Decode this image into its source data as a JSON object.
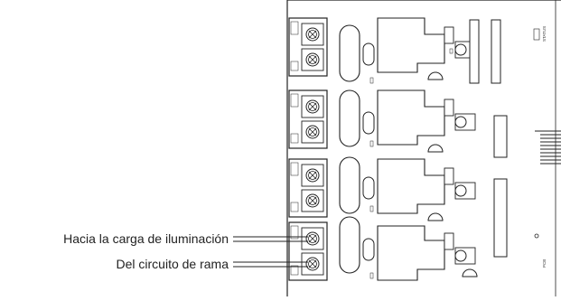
{
  "labels": {
    "load": "Hacia la carga de iluminación",
    "branch": "Del circuito de rama"
  },
  "board": {
    "silk_status": "STATUS",
    "silk_id": "PCB"
  },
  "colors": {
    "line": "#222222",
    "background": "#ffffff"
  },
  "channels": [
    {
      "name": "channel-1"
    },
    {
      "name": "channel-2"
    },
    {
      "name": "channel-3"
    },
    {
      "name": "channel-4"
    }
  ]
}
